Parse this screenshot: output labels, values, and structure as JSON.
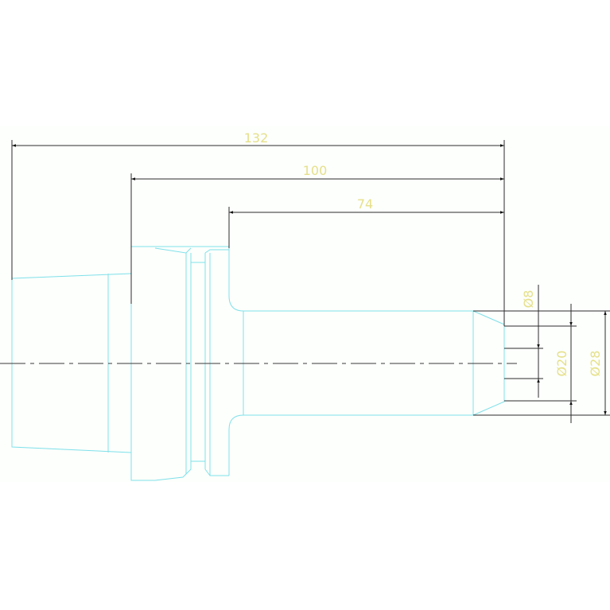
{
  "drawing": {
    "colors": {
      "background": "#ffffff",
      "sheet": "#fcfffc",
      "outline": "#7fe0ea",
      "dimension": "#2b2b2b",
      "centerline": "#3a3a3a",
      "text": "#e6e08a"
    },
    "dimensions": {
      "overall_length": "132",
      "mid_length": "100",
      "short_length": "74",
      "small_diameter": "Ø8",
      "bore_diameter": "Ø20",
      "outer_diameter": "Ø28"
    }
  }
}
